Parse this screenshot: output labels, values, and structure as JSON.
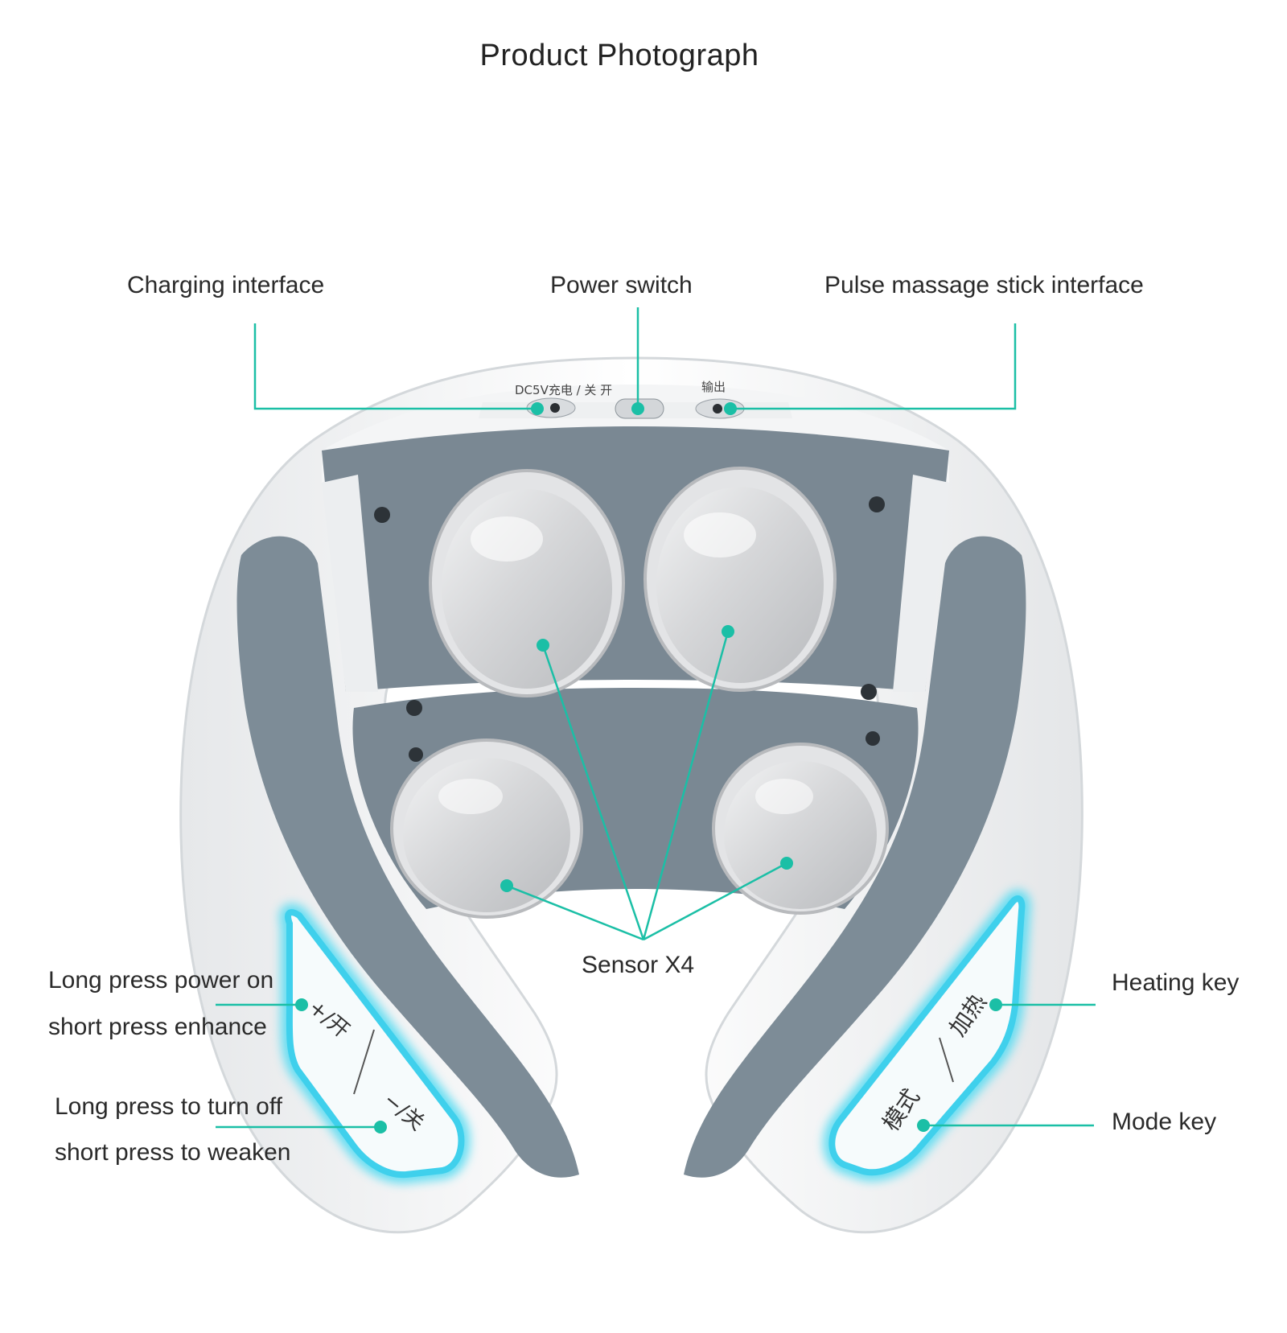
{
  "title": "Product Photograph",
  "colors": {
    "accent": "#1bbfa6",
    "body_white": "#f7f8f9",
    "body_gray": "#7d8c97",
    "glow": "#59dcf2",
    "pad_metal": "#d9dadc"
  },
  "device": {
    "top_panel_text": "DC5V充电 / 关 开",
    "output_text": "输出",
    "left_keys": {
      "plus": "+/开",
      "minus": "−/关"
    },
    "right_keys": {
      "heat": "加热",
      "mode": "模式"
    }
  },
  "callouts": {
    "charging": "Charging interface",
    "power": "Power switch",
    "pulse": "Pulse massage stick interface",
    "sensor": "Sensor X4",
    "long_press_on_1": "Long press power on",
    "long_press_on_2": "short press enhance",
    "long_press_off_1": "Long press to turn off",
    "long_press_off_2": "short press to weaken",
    "heating": "Heating key",
    "mode": "Mode key"
  }
}
